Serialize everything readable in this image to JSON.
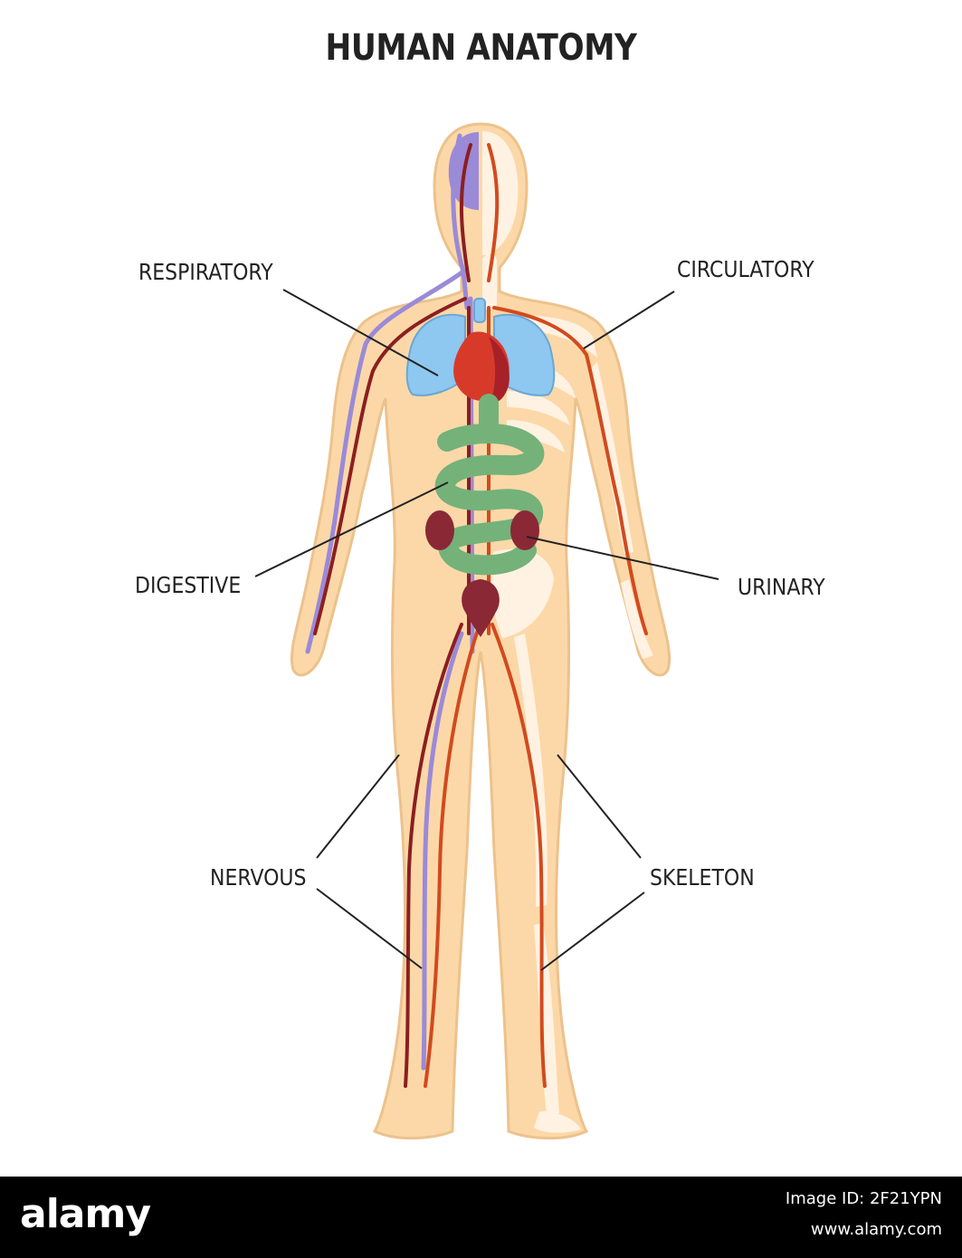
{
  "title": "HUMAN ANATOMY",
  "labels": {
    "respiratory": "RESPIRATORY",
    "circulatory": "CIRCULATORY",
    "digestive": "DIGESTIVE",
    "urinary": "URINARY",
    "nervous": "NERVOUS",
    "skeleton": "SKELETON"
  },
  "footer": {
    "brand": "alamy",
    "image_id": "Image ID: 2F21YPN",
    "url": "www.alamy.com"
  },
  "colors": {
    "skin": "#fcd8a8",
    "skin_outline": "#ecc28c",
    "bone": "#fff2e2",
    "artery": "#d24a1e",
    "vein": "#8c1e20",
    "nerve": "#9a8ad8",
    "lungs": "#8ec7ef",
    "heart": "#d83a2a",
    "intestine": "#74b27a",
    "kidney": "#8a2836",
    "leader_line": "#222222"
  }
}
